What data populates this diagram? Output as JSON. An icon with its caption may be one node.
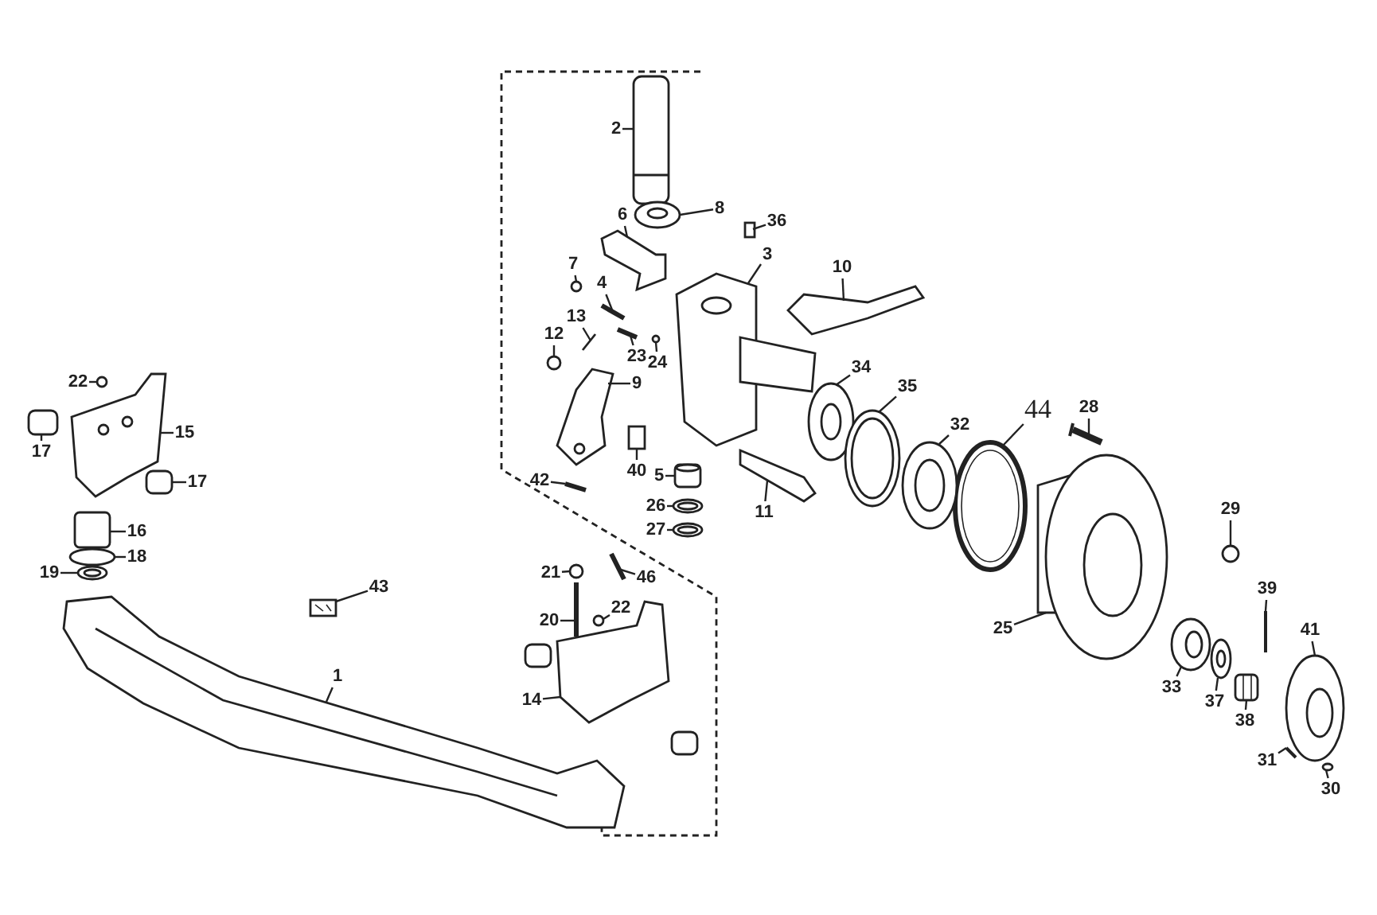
{
  "diagram": {
    "nodes": [
      {
        "text": [
          "2"
        ]
      },
      {
        "text": [
          "8"
        ]
      },
      {
        "text": [
          "6"
        ]
      },
      {
        "text": [
          "36"
        ]
      },
      {
        "text": [
          "3"
        ]
      },
      {
        "text": [
          "7"
        ]
      },
      {
        "text": [
          "10"
        ]
      },
      {
        "text": [
          "4"
        ]
      },
      {
        "text": [
          "13"
        ]
      },
      {
        "text": [
          "12"
        ]
      },
      {
        "text": [
          "23"
        ]
      },
      {
        "text": [
          "24"
        ]
      },
      {
        "text": [
          "34"
        ]
      },
      {
        "text": [
          "22"
        ]
      },
      {
        "text": [
          "9"
        ]
      },
      {
        "text": [
          "35"
        ]
      },
      {
        "text": [
          "44"
        ]
      },
      {
        "text": [
          "32"
        ]
      },
      {
        "text": [
          "15"
        ]
      },
      {
        "text": [
          "28"
        ]
      },
      {
        "text": [
          "17"
        ]
      },
      {
        "text": [
          "40"
        ]
      },
      {
        "text": [
          "42"
        ]
      },
      {
        "text": [
          "5"
        ]
      },
      {
        "text": [
          "17"
        ]
      },
      {
        "text": [
          "11"
        ]
      },
      {
        "text": [
          "26"
        ]
      },
      {
        "text": [
          "29"
        ]
      },
      {
        "text": [
          "16"
        ]
      },
      {
        "text": [
          "27"
        ]
      },
      {
        "text": [
          "18"
        ]
      },
      {
        "text": [
          "19"
        ]
      },
      {
        "text": [
          "21"
        ]
      },
      {
        "text": [
          "46"
        ]
      },
      {
        "text": [
          "43"
        ]
      },
      {
        "text": [
          "39"
        ]
      },
      {
        "text": [
          "22"
        ]
      },
      {
        "text": [
          "20"
        ]
      },
      {
        "text": [
          "25"
        ]
      },
      {
        "text": [
          "41"
        ]
      },
      {
        "text": [
          "33"
        ]
      },
      {
        "text": [
          "1"
        ]
      },
      {
        "text": [
          "37"
        ]
      },
      {
        "text": [
          "14"
        ]
      },
      {
        "text": [
          "38"
        ]
      },
      {
        "text": [
          "31"
        ]
      },
      {
        "text": [
          "30"
        ]
      },
      {
        "text": [],
        "shape": "picture"
      },
      {
        "text": [],
        "shape": "picture"
      },
      {
        "text": [],
        "shape": "picture"
      },
      {
        "text": [],
        "shape": "box"
      },
      {
        "text": [],
        "shape": "picture"
      },
      {
        "text": [],
        "shape": "circle"
      },
      {
        "text": [],
        "shape": "picture"
      },
      {
        "text": [],
        "shape": "picture"
      },
      {
        "text": [],
        "shape": "picture"
      },
      {
        "text": [],
        "shape": "circle"
      },
      {
        "text": [],
        "shape": "picture"
      },
      {
        "text": [],
        "shape": "circle"
      },
      {
        "text": [],
        "shape": "picture"
      },
      {
        "text": [],
        "shape": "circle"
      },
      {
        "text": [],
        "shape": "picture"
      },
      {
        "text": [],
        "shape": "picture"
      },
      {
        "text": [],
        "shape": "picture"
      },
      {
        "text": [],
        "shape": "picture"
      },
      {
        "text": [],
        "shape": "picture"
      },
      {
        "text": [],
        "shape": "picture"
      },
      {
        "text": [],
        "shape": "picture"
      },
      {
        "text": [],
        "shape": "picture"
      },
      {
        "text": [],
        "shape": "picture"
      },
      {
        "text": [],
        "shape": "picture"
      },
      {
        "text": [],
        "shape": "picture"
      },
      {
        "text": [],
        "shape": "picture"
      },
      {
        "text": [],
        "shape": "picture"
      },
      {
        "text": [],
        "shape": "circle"
      },
      {
        "text": [],
        "shape": "picture"
      },
      {
        "text": [],
        "shape": "picture"
      },
      {
        "text": [],
        "shape": "picture"
      },
      {
        "text": [],
        "shape": "picture"
      },
      {
        "text": [],
        "shape": "circle"
      },
      {
        "text": [],
        "shape": "picture"
      },
      {
        "text": [],
        "shape": "picture"
      },
      {
        "text": [],
        "shape": "picture"
      },
      {
        "text": [],
        "shape": "circle"
      },
      {
        "text": [],
        "shape": "picture"
      },
      {
        "text": [],
        "shape": "picture"
      },
      {
        "text": [],
        "shape": "picture"
      },
      {
        "text": [],
        "shape": "picture"
      },
      {
        "text": [],
        "shape": "picture"
      },
      {
        "text": [],
        "shape": "picture"
      },
      {
        "text": [],
        "shape": "picture"
      },
      {
        "text": [],
        "shape": "picture"
      },
      {
        "text": [],
        "shape": "picture"
      },
      {
        "text": [],
        "shape": "circle"
      }
    ],
    "edges": [
      {
        "from": 0,
        "to": 47,
        "arrow": "none"
      },
      {
        "from": 1,
        "to": 48,
        "arrow": "none"
      },
      {
        "from": 2,
        "to": 49,
        "arrow": "none"
      },
      {
        "from": 3,
        "to": 50,
        "arrow": "none"
      },
      {
        "from": 4,
        "to": 51,
        "arrow": "none"
      },
      {
        "from": 5,
        "to": 52,
        "arrow": "none"
      },
      {
        "from": 6,
        "to": 53,
        "arrow": "none"
      },
      {
        "from": 7,
        "to": 54,
        "arrow": "none"
      },
      {
        "from": 8,
        "to": 55,
        "arrow": "none"
      },
      {
        "from": 9,
        "to": 56,
        "arrow": "none"
      },
      {
        "from": 10,
        "to": 57,
        "arrow": "none"
      },
      {
        "from": 11,
        "to": 58,
        "arrow": "none"
      },
      {
        "from": 12,
        "to": 59,
        "arrow": "none"
      },
      {
        "from": 13,
        "to": 60,
        "arrow": "none"
      },
      {
        "from": 14,
        "to": 61,
        "arrow": "none"
      },
      {
        "from": 15,
        "to": 62,
        "arrow": "none"
      },
      {
        "from": 16,
        "to": 63,
        "arrow": "none"
      },
      {
        "from": 17,
        "to": 64,
        "arrow": "none"
      },
      {
        "from": 18,
        "to": 65,
        "arrow": "none"
      },
      {
        "from": 19,
        "to": 66,
        "arrow": "none"
      },
      {
        "from": 20,
        "to": 67,
        "arrow": "none"
      },
      {
        "from": 21,
        "to": 68,
        "arrow": "none"
      },
      {
        "from": 22,
        "to": 69,
        "arrow": "none"
      },
      {
        "from": 23,
        "to": 70,
        "arrow": "none"
      },
      {
        "from": 24,
        "to": 71,
        "arrow": "none"
      },
      {
        "from": 25,
        "to": 72,
        "arrow": "none"
      },
      {
        "from": 26,
        "to": 73,
        "arrow": "none"
      },
      {
        "from": 27,
        "to": 74,
        "arrow": "none"
      },
      {
        "from": 28,
        "to": 75,
        "arrow": "none"
      },
      {
        "from": 29,
        "to": 76,
        "arrow": "none"
      },
      {
        "from": 30,
        "to": 77,
        "arrow": "none"
      },
      {
        "from": 31,
        "to": 78,
        "arrow": "none"
      },
      {
        "from": 32,
        "to": 79,
        "arrow": "none"
      },
      {
        "from": 33,
        "to": 80,
        "arrow": "none"
      },
      {
        "from": 34,
        "to": 81,
        "arrow": "none"
      },
      {
        "from": 35,
        "to": 82,
        "arrow": "none"
      },
      {
        "from": 36,
        "to": 83,
        "arrow": "none"
      },
      {
        "from": 37,
        "to": 84,
        "arrow": "none"
      },
      {
        "from": 38,
        "to": 85,
        "arrow": "none"
      },
      {
        "from": 39,
        "to": 86,
        "arrow": "none"
      },
      {
        "from": 40,
        "to": 87,
        "arrow": "none"
      },
      {
        "from": 41,
        "to": 88,
        "arrow": "none"
      },
      {
        "from": 42,
        "to": 89,
        "arrow": "none"
      },
      {
        "from": 43,
        "to": 90,
        "arrow": "none"
      },
      {
        "from": 44,
        "to": 91,
        "arrow": "none"
      },
      {
        "from": 45,
        "to": 92,
        "arrow": "none"
      },
      {
        "from": 46,
        "to": 93,
        "arrow": "none"
      }
    ]
  }
}
